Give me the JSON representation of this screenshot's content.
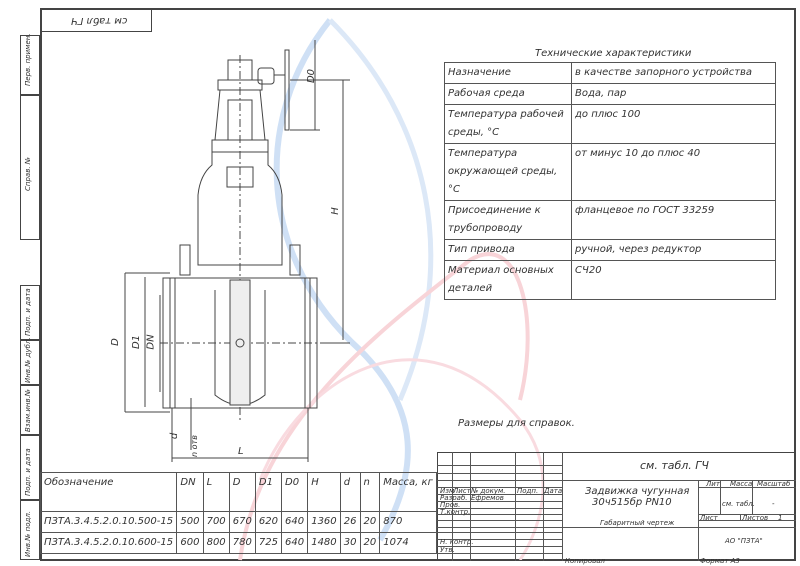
{
  "stamp_top": "см табл ГЧ",
  "margin_labels": [
    "Перв. примен.",
    "Справ. №",
    "Подп. и дата",
    "Инв.№ дубл.",
    "Взам.инв.№",
    "Подп. и дата",
    "Инв.№ подл."
  ],
  "drawing": {
    "dims": {
      "D": "D",
      "D1": "D1",
      "DN": "DN",
      "D0": "D0",
      "H": "H",
      "L": "L",
      "d": "d",
      "n": "n отв"
    }
  },
  "tech": {
    "title": "Технические характеристики",
    "rows": [
      [
        "Назначение",
        "в качестве запорного устройства"
      ],
      [
        "Рабочая среда",
        "Вода, пар"
      ],
      [
        "Температура рабочей среды, °С",
        "до плюс 100"
      ],
      [
        "Температура окружающей среды, °С",
        "от минус 10 до плюс 40"
      ],
      [
        "Присоединение к трубопроводу",
        "фланцевое по ГОСТ 33259"
      ],
      [
        "Тип привода",
        "ручной, через редуктор"
      ],
      [
        "Материал основных деталей",
        "СЧ20"
      ]
    ]
  },
  "note": "Размеры для справок.",
  "spec": {
    "headers": [
      "Обозначение",
      "DN",
      "L",
      "D",
      "D1",
      "D0",
      "H",
      "d",
      "n",
      "Масса, кг"
    ],
    "rows": [
      [
        "ПЗТА.3.4.5.2.0.10.500-15",
        "500",
        "700",
        "670",
        "620",
        "640",
        "1360",
        "26",
        "20",
        "870"
      ],
      [
        "ПЗТА.3.4.5.2.0.10.600-15",
        "600",
        "800",
        "780",
        "725",
        "640",
        "1480",
        "30",
        "20",
        "1074"
      ]
    ]
  },
  "title_block": {
    "designation": "см. табл. ГЧ",
    "name_line1": "Задвижка чугунная",
    "name_line2": "30ч515бр PN10",
    "doc_type": "Габаритный чертеж",
    "cols": [
      "Изм",
      "Лист",
      "№ докум.",
      "Подп.",
      "Дата"
    ],
    "roles": [
      "Разраб.",
      "Пров.",
      "Т.контр.",
      "Н. контр.",
      "Утв."
    ],
    "developer": "Ефремов",
    "lit": "Лит",
    "mass": "Масса",
    "scale": "Масштаб",
    "mass_val": "см. табл.",
    "scale_val": "-",
    "sheet": "Лист",
    "sheets": "Листов",
    "sheets_val": "1",
    "company": "АО \"ПЗТА\"",
    "copied": "Копировал",
    "format": "Формат  А3"
  }
}
